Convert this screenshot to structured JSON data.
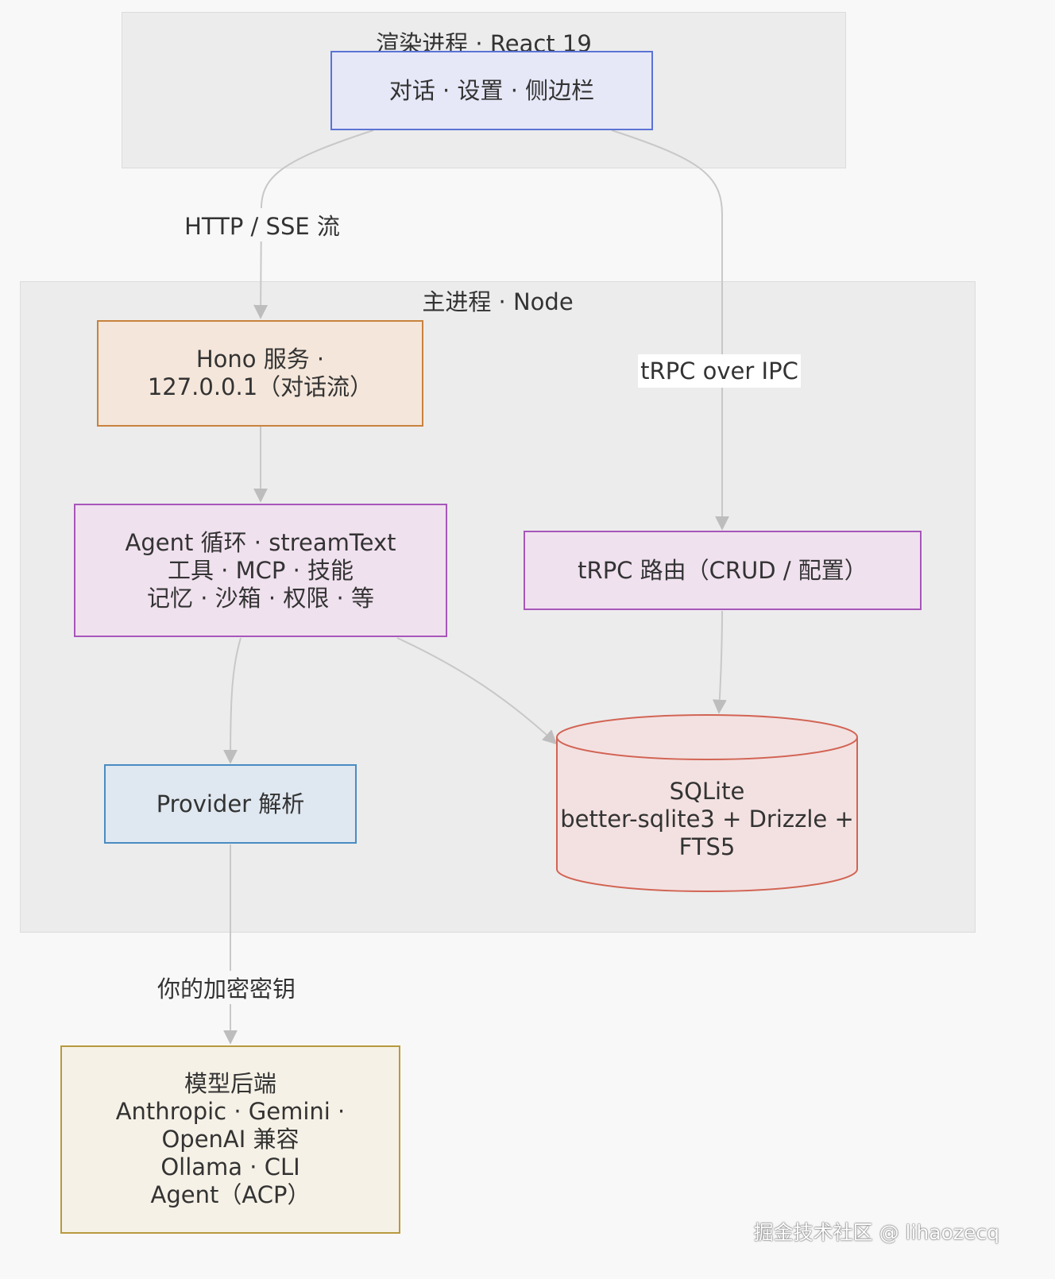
{
  "clusters": {
    "renderer": {
      "title": "渲染进程 · React 19"
    },
    "main": {
      "title": "主进程 · Node"
    }
  },
  "nodes": {
    "ui": {
      "lines": [
        "对话 · 设置 · 侧边栏"
      ],
      "fill": "#e6e8f7",
      "stroke": "#5b73d6"
    },
    "hono": {
      "lines": [
        "Hono 服务 ·",
        "127.0.0.1（对话流）"
      ],
      "fill": "#f4e6da",
      "stroke": "#c8823e"
    },
    "agent": {
      "lines": [
        "Agent 循环 · streamText",
        "工具 · MCP · 技能",
        "记忆 · 沙箱 · 权限 · 等"
      ],
      "fill": "#f0e1ef",
      "stroke": "#a756b8"
    },
    "trpc": {
      "lines": [
        "tRPC 路由（CRUD / 配置）"
      ],
      "fill": "#f0e1ef",
      "stroke": "#a756b8"
    },
    "provider": {
      "lines": [
        "Provider 解析"
      ],
      "fill": "#dfe7f0",
      "stroke": "#4a8cc2"
    },
    "sqlite": {
      "lines": [
        "SQLite",
        "better-sqlite3 + Drizzle +",
        "FTS5"
      ],
      "fill": "#f3e1e1",
      "stroke": "#d26454"
    },
    "models": {
      "lines": [
        "模型后端",
        "Anthropic · Gemini ·",
        "OpenAI 兼容",
        "Ollama · CLI",
        "Agent（ACP）"
      ],
      "fill": "#f6f1e6",
      "stroke": "#b89a3e"
    }
  },
  "edges": {
    "http_sse": "HTTP / SSE 流",
    "trpc_ipc": "tRPC over IPC",
    "encrypted_key": "你的加密密钥"
  },
  "watermark": "掘金技术社区 @ lihaozecq"
}
